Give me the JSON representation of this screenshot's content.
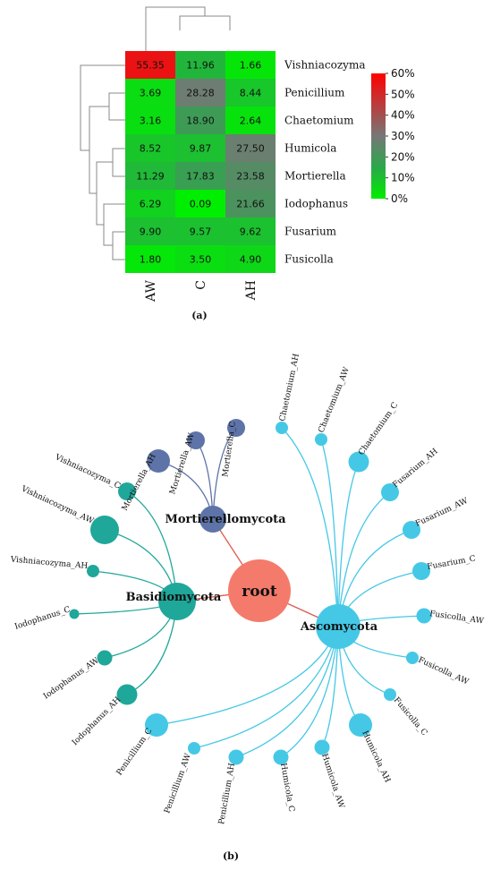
{
  "panel_a_label": "(a)",
  "panel_b_label": "(b)",
  "chart_data": [
    {
      "type": "heatmap",
      "columns": [
        "AW",
        "C",
        "AH"
      ],
      "rows": [
        "Vishniacozyma",
        "Penicillium",
        "Chaetomium",
        "Humicola",
        "Mortierella",
        "Iodophanus",
        "Fusarium",
        "Fusicolla"
      ],
      "values": [
        [
          55.35,
          11.96,
          1.66
        ],
        [
          3.69,
          28.28,
          8.44
        ],
        [
          3.16,
          18.9,
          2.64
        ],
        [
          8.52,
          9.87,
          27.5
        ],
        [
          11.29,
          17.83,
          23.58
        ],
        [
          6.29,
          0.09,
          21.66
        ],
        [
          9.9,
          9.57,
          9.62
        ],
        [
          1.8,
          3.5,
          4.9
        ]
      ],
      "value_labels": [
        [
          "55.35",
          "11.96",
          "1.66"
        ],
        [
          "3.69",
          "28.28",
          "8.44"
        ],
        [
          "3.16",
          "18.90",
          "2.64"
        ],
        [
          "8.52",
          "9.87",
          "27.50"
        ],
        [
          "11.29",
          "17.83",
          "23.58"
        ],
        [
          "6.29",
          "0.09",
          "21.66"
        ],
        [
          "9.90",
          "9.57",
          "9.62"
        ],
        [
          "1.80",
          "3.50",
          "4.90"
        ]
      ],
      "color_scale": {
        "min": 0,
        "max": 60,
        "stops": [
          {
            "value": 0,
            "color": "#00ee00"
          },
          {
            "value": 15,
            "color": "#2aa84a"
          },
          {
            "value": 30,
            "color": "#777777"
          },
          {
            "value": 60,
            "color": "#ff0000"
          }
        ],
        "ticks": [
          "60%",
          "50%",
          "40%",
          "30%",
          "20%",
          "10%",
          "0%"
        ]
      },
      "dendrogram": "hierarchical clustering of rows (left) and columns (top)"
    },
    {
      "type": "tree",
      "root": {
        "name": "root",
        "color": "#f47b6b"
      },
      "edge_color": "#e05a4a",
      "groups": [
        {
          "name": "Mortierellomycota",
          "color": "#5e74a8",
          "leaves": [
            {
              "name": "Mortierella_AH",
              "size": 3
            },
            {
              "name": "Mortierella_AW",
              "size": 2
            },
            {
              "name": "Mortierella_C",
              "size": 2
            }
          ]
        },
        {
          "name": "Basidiomycota",
          "color": "#1fa79a",
          "leaves": [
            {
              "name": "Vishniacozyma_C",
              "size": 2
            },
            {
              "name": "Vishniacozyma_AW",
              "size": 4
            },
            {
              "name": "Vishniacozyma_AH",
              "size": 1
            },
            {
              "name": "Iodophanus_C",
              "size": 0.5
            },
            {
              "name": "Iodophanus_AW",
              "size": 1.5
            },
            {
              "name": "Iodophanus_AH",
              "size": 2.5
            }
          ]
        },
        {
          "name": "Ascomycota",
          "color": "#45c8e6",
          "leaves": [
            {
              "name": "Chaetomium_AH",
              "size": 1
            },
            {
              "name": "Chaetomium_AW",
              "size": 1
            },
            {
              "name": "Chaetomium_C",
              "size": 2.5
            },
            {
              "name": "Fusarium_AH",
              "size": 2
            },
            {
              "name": "Fusarium_AW",
              "size": 2
            },
            {
              "name": "Fusarium_C",
              "size": 2
            },
            {
              "name": "Fusicolla_AW",
              "size": 1.5
            },
            {
              "name": "Fusicolla_AW",
              "size": 1
            },
            {
              "name": "Fusicolla_C",
              "size": 1
            },
            {
              "name": "Humicola_AH",
              "size": 3
            },
            {
              "name": "Humicola_AW",
              "size": 1.5
            },
            {
              "name": "Humicola_C",
              "size": 1.5
            },
            {
              "name": "Penicillium_AH",
              "size": 1.5
            },
            {
              "name": "Penicillium_AW",
              "size": 1
            },
            {
              "name": "Penicillium_C",
              "size": 3
            }
          ]
        }
      ]
    }
  ]
}
